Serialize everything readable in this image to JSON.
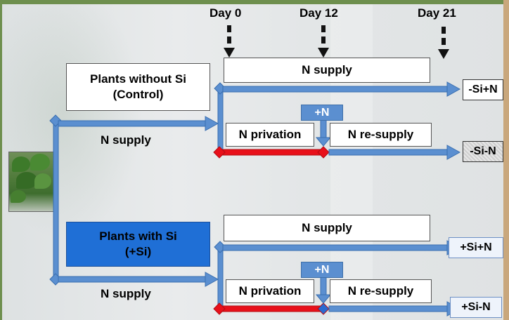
{
  "days": {
    "d0": "Day 0",
    "d12": "Day 12",
    "d21": "Day 21"
  },
  "groups": {
    "control": {
      "label_line1": "Plants without Si",
      "label_line2": "(Control)",
      "branch_label": "N supply",
      "upper_box": "N supply",
      "readd": "+N",
      "privation": "N privation",
      "resupply": "N re-supply",
      "outcome_full": "-Si+N",
      "outcome_def": "-Si-N"
    },
    "silicon": {
      "label_line1": "Plants with Si",
      "label_line2": "(+Si)",
      "branch_label": "N supply",
      "upper_box": "N supply",
      "readd": "+N",
      "privation": "N privation",
      "resupply": "N re-supply",
      "outcome_full": "+Si+N",
      "outcome_def": "+Si-N"
    }
  },
  "colors": {
    "arrow_blue": "#5b8fd0",
    "deficit_red": "#e8101a",
    "si_box_blue": "#1f6fd6"
  }
}
